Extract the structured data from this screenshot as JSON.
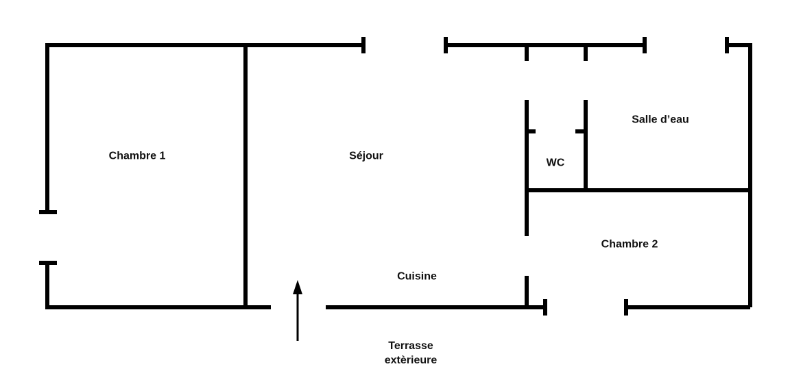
{
  "plan": {
    "wall_color": "#000000",
    "rooms": {
      "chambre1": "Chambre 1",
      "sejour": "Séjour",
      "salle_deau": "Salle d’eau",
      "wc": "WC",
      "chambre2": "Chambre 2",
      "cuisine": "Cuisine"
    },
    "entrance": {
      "line1": "Terrasse",
      "line2": "extèrieure",
      "icon": "arrow-up-icon"
    }
  }
}
